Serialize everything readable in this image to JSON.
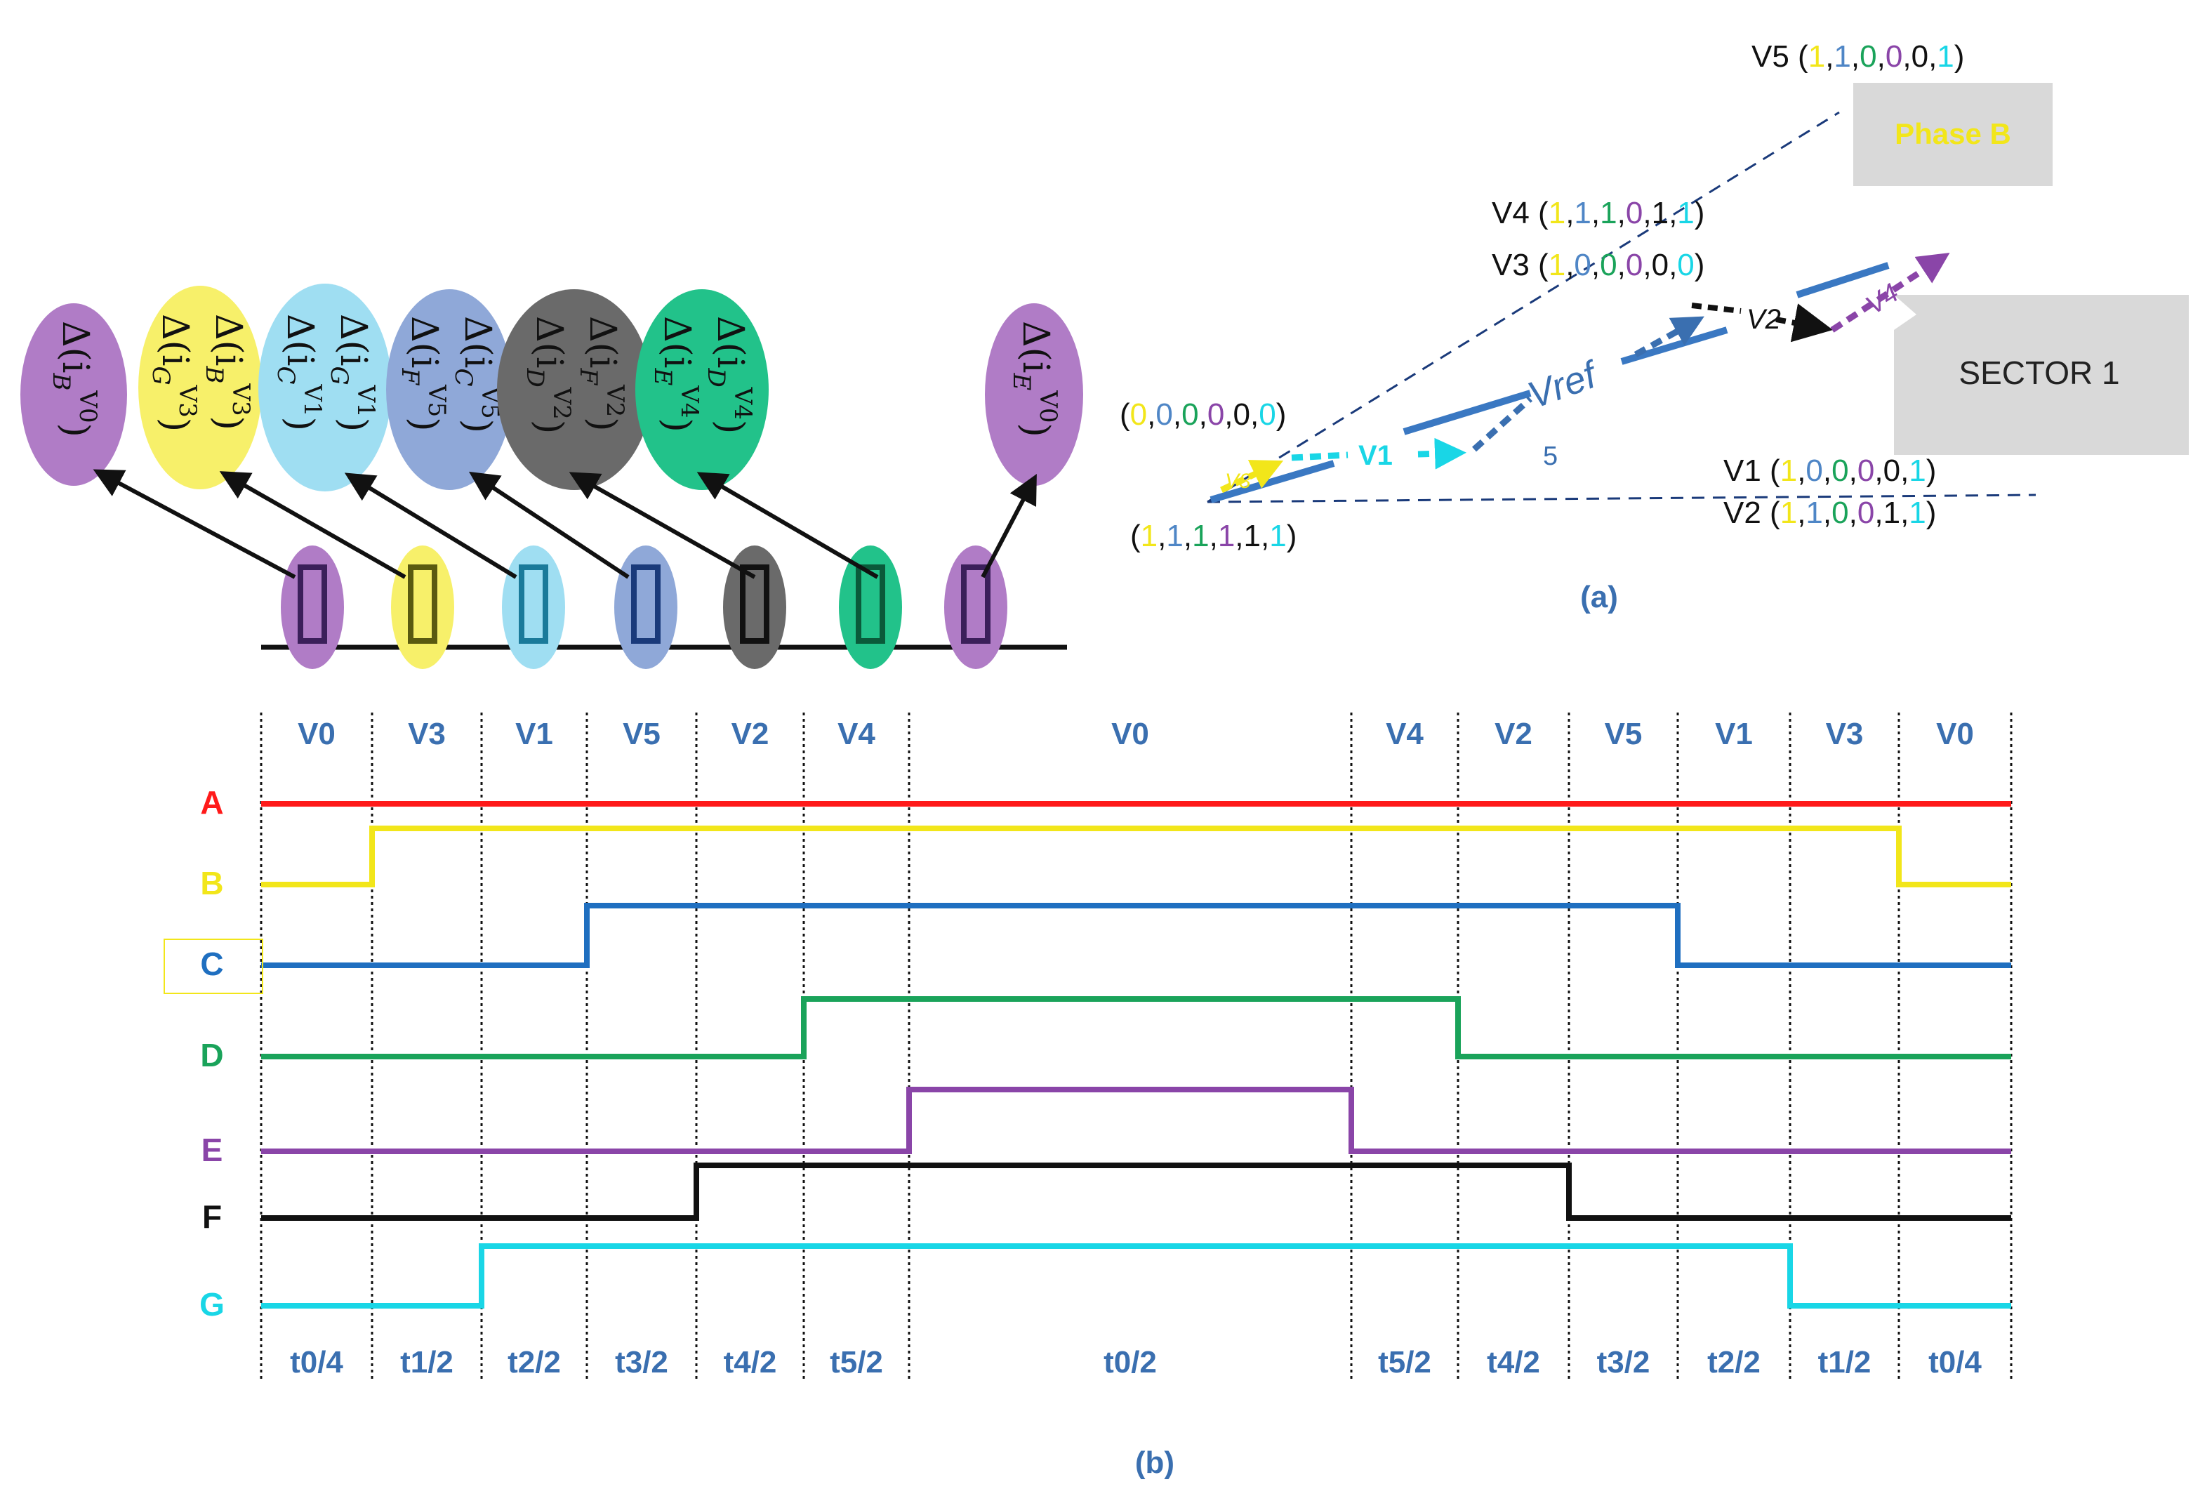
{
  "colors": {
    "yellow": "#f2e61a",
    "cyan": "#19d6e6",
    "steel": "#4f86c6",
    "green": "#1aa35a",
    "purple": "#8a45a8",
    "black": "#111111",
    "red": "#ff1a1a",
    "label_blue": "#3a6fb0"
  },
  "panel_a": {
    "caption": "(a)",
    "phase_box": "Phase B",
    "sector_box": "SECTOR 1",
    "vref": "Vref",
    "v1_arrow": "V1",
    "v2_arrow": "V2",
    "v3_arrow": "V3",
    "v4_arrow": "V4",
    "five": "5",
    "points": [
      {
        "name": "V5",
        "bits": [
          "1",
          "1",
          "0",
          "0",
          "0",
          "1"
        ],
        "bit_colors": [
          "yellow",
          "steel",
          "green",
          "purple",
          "black",
          "cyan"
        ]
      },
      {
        "name": "V4",
        "bits": [
          "1",
          "1",
          "1",
          "0",
          "1",
          "1"
        ],
        "bit_colors": [
          "yellow",
          "steel",
          "green",
          "purple",
          "black",
          "cyan"
        ]
      },
      {
        "name": "V3",
        "bits": [
          "1",
          "0",
          "0",
          "0",
          "0",
          "0"
        ],
        "bit_colors": [
          "yellow",
          "steel",
          "green",
          "purple",
          "black",
          "cyan"
        ]
      },
      {
        "name": "V1",
        "bits": [
          "1",
          "0",
          "0",
          "0",
          "0",
          "1"
        ],
        "bit_colors": [
          "yellow",
          "steel",
          "green",
          "purple",
          "black",
          "cyan"
        ]
      },
      {
        "name": "V2",
        "bits": [
          "1",
          "1",
          "0",
          "0",
          "1",
          "1"
        ],
        "bit_colors": [
          "yellow",
          "steel",
          "green",
          "purple",
          "black",
          "cyan"
        ]
      }
    ],
    "origin_top": {
      "bits": [
        "0",
        "0",
        "0",
        "0",
        "0",
        "0"
      ]
    },
    "origin_bottom": {
      "bits": [
        "1",
        "1",
        "1",
        "1",
        "1",
        "1"
      ]
    }
  },
  "bubbles": [
    {
      "color": "#b07cc6",
      "line1": "Δ(i",
      "sub1": "B",
      "sup1": "V0",
      "line2": "",
      "sub2": "",
      "sup2": ""
    },
    {
      "color": "#f7f06a",
      "line1": "Δ(i",
      "sub1": "B",
      "sup1": "V3",
      "line2": "Δ(i",
      "sub2": "G",
      "sup2": "V3"
    },
    {
      "color": "#9fdef2",
      "line1": "Δ(i",
      "sub1": "G",
      "sup1": "V1",
      "line2": "Δ(i",
      "sub2": "C",
      "sup2": "V1"
    },
    {
      "color": "#8fa8d8",
      "line1": "Δ(i",
      "sub1": "C",
      "sup1": "V5",
      "line2": "Δ(i",
      "sub2": "F",
      "sup2": "V5"
    },
    {
      "color": "#6a6a6a",
      "line1": "Δ(i",
      "sub1": "F",
      "sup1": "V2",
      "line2": "Δ(i",
      "sub2": "D",
      "sup2": "V2"
    },
    {
      "color": "#22c28a",
      "line1": "Δ(i",
      "sub1": "D",
      "sup1": "V4",
      "line2": "Δ(i",
      "sub2": "E",
      "sup2": "V4"
    },
    {
      "color": "#b07cc6",
      "line1": "Δ(i",
      "sub1": "E",
      "sup1": "V0",
      "line2": "",
      "sub2": "",
      "sup2": ""
    }
  ],
  "switches": [
    {
      "color": "#b07cc6",
      "rect": "#3b1f5a"
    },
    {
      "color": "#f7f06a",
      "rect": "#5a5a10"
    },
    {
      "color": "#9fdef2",
      "rect": "#1a7a9a"
    },
    {
      "color": "#8fa8d8",
      "rect": "#1a3a7a"
    },
    {
      "color": "#6a6a6a",
      "rect": "#111111"
    },
    {
      "color": "#22c28a",
      "rect": "#0a5a3a"
    },
    {
      "color": "#b07cc6",
      "rect": "#3b1f5a"
    }
  ],
  "panel_b": {
    "caption": "(b)",
    "top_labels": [
      "V0",
      "V3",
      "V1",
      "V5",
      "V2",
      "V4",
      "V0",
      "V4",
      "V2",
      "V5",
      "V1",
      "V3",
      "V0"
    ],
    "bottom_labels": [
      "t0/4",
      "t1/2",
      "t2/2",
      "t3/2",
      "t4/2",
      "t5/2",
      "t0/2",
      "t5/2",
      "t4/2",
      "t3/2",
      "t2/2",
      "t1/2",
      "t0/4"
    ],
    "signals": [
      {
        "name": "A",
        "color": "#ff1a1a",
        "levels": [
          1,
          1,
          1,
          1,
          1,
          1,
          1,
          1,
          1,
          1,
          1,
          1,
          1
        ]
      },
      {
        "name": "B",
        "color": "#f2e61a",
        "levels": [
          0,
          1,
          1,
          1,
          1,
          1,
          1,
          1,
          1,
          1,
          1,
          1,
          0
        ]
      },
      {
        "name": "C",
        "color": "#1f6fc0",
        "levels": [
          0,
          0,
          0,
          1,
          1,
          1,
          1,
          1,
          1,
          1,
          0,
          0,
          0
        ]
      },
      {
        "name": "D",
        "color": "#1aa35a",
        "levels": [
          0,
          0,
          0,
          0,
          0,
          1,
          1,
          1,
          0,
          0,
          0,
          0,
          0
        ]
      },
      {
        "name": "E",
        "color": "#8a45a8",
        "levels": [
          0,
          0,
          0,
          0,
          0,
          0,
          1,
          0,
          0,
          0,
          0,
          0,
          0
        ]
      },
      {
        "name": "F",
        "color": "#111111",
        "levels": [
          0,
          0,
          0,
          0,
          1,
          1,
          1,
          1,
          1,
          0,
          0,
          0,
          0
        ]
      },
      {
        "name": "G",
        "color": "#19d6e6",
        "levels": [
          0,
          0,
          1,
          1,
          1,
          1,
          1,
          1,
          1,
          1,
          1,
          0,
          0
        ]
      }
    ]
  }
}
